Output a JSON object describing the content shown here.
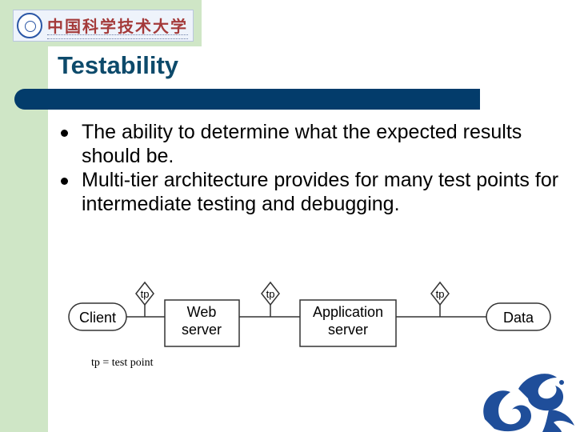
{
  "header": {
    "logo_text_cn": "中国科学技术大学"
  },
  "slide": {
    "title": "Testability",
    "bullets": [
      "The ability to determine what the expected results should be.",
      "Multi-tier architecture provides for many test points for intermediate testing and debugging."
    ]
  },
  "diagram": {
    "nodes": {
      "client": "Client",
      "web_server_l1": "Web",
      "web_server_l2": "server",
      "app_server_l1": "Application",
      "app_server_l2": "server",
      "data": "Data"
    },
    "test_point_label": "tp",
    "legend": "tp = test point"
  },
  "colors": {
    "band": "#cfe6c6",
    "title": "#0d4a6b",
    "rule": "#033c6b",
    "logo_blue": "#1f4e9a"
  }
}
